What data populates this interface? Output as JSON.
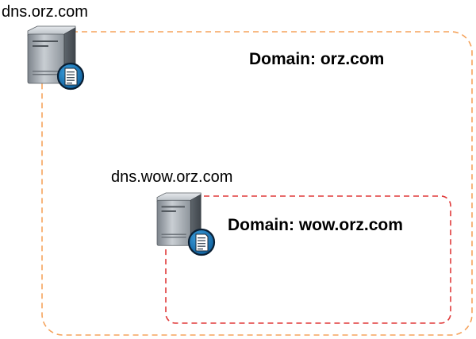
{
  "outer_zone": {
    "server_label": "dns.orz.com",
    "domain_label": "Domain: orz.com",
    "border_color": "#f5a35c"
  },
  "inner_zone": {
    "server_label": "dns.wow.orz.com",
    "domain_label": "Domain: wow.orz.com",
    "border_color": "#e03a3a"
  },
  "icons": {
    "server": "server-icon",
    "document": "document-icon"
  }
}
